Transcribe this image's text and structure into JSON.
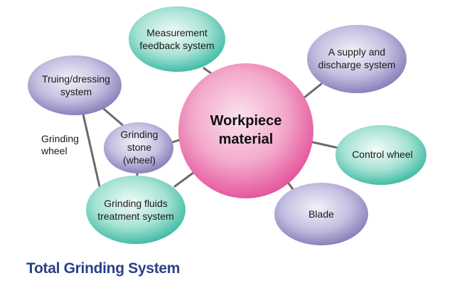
{
  "diagram": {
    "center": {
      "lines": [
        "Workpiece",
        "material"
      ],
      "color": "#e4519a"
    },
    "nodes": [
      {
        "id": "measurement",
        "lines": [
          "Measurement",
          "feedback system"
        ],
        "color": "teal"
      },
      {
        "id": "supply",
        "lines": [
          "A supply and",
          "discharge system"
        ],
        "color": "purple"
      },
      {
        "id": "control-wheel",
        "lines": [
          "Control wheel"
        ],
        "color": "teal"
      },
      {
        "id": "blade",
        "lines": [
          "Blade"
        ],
        "color": "purple"
      },
      {
        "id": "fluids",
        "lines": [
          "Grinding fluids",
          "treatment system"
        ],
        "color": "teal"
      },
      {
        "id": "stone",
        "lines": [
          "Grinding",
          "stone",
          "(wheel)"
        ],
        "color": "purple"
      },
      {
        "id": "truing",
        "lines": [
          "Truing/dressing",
          "system"
        ],
        "color": "purple"
      }
    ],
    "side_label": [
      "Grinding",
      "wheel"
    ],
    "colors": {
      "teal": "#5fc9b5",
      "purple": "#9f98c9",
      "connector": "#6b6b6b"
    }
  },
  "footer": {
    "title": "Total Grinding System"
  }
}
